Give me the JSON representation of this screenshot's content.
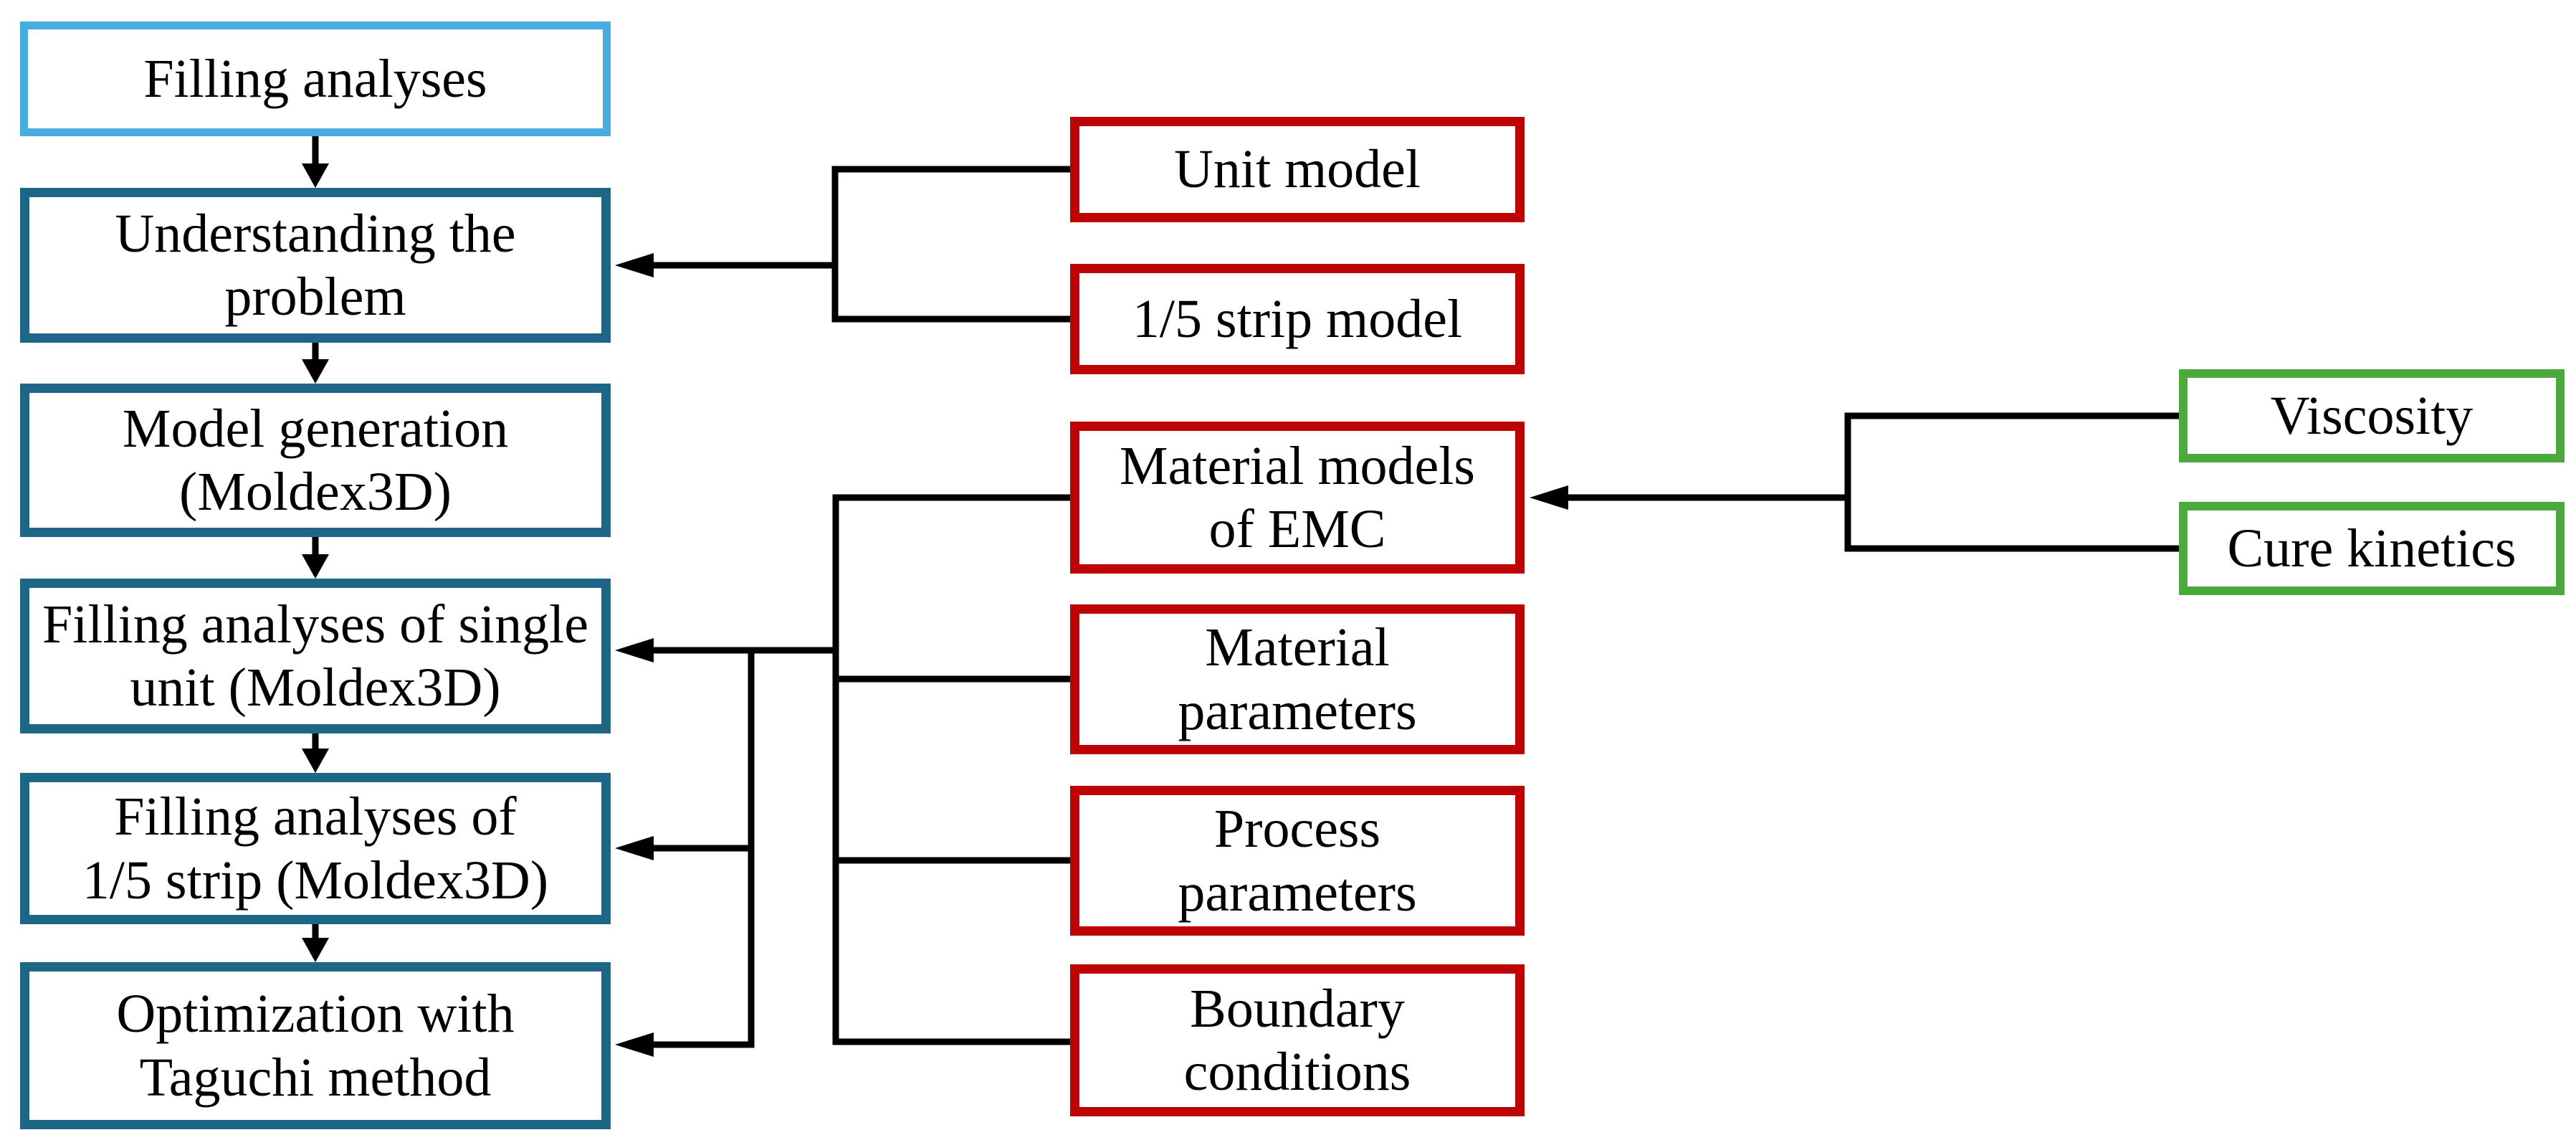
{
  "colors": {
    "background": "#FFFFFF",
    "connector": "#000000",
    "text": "#000000",
    "light_blue": "#47ADDE",
    "teal": "#1E6687",
    "red": "#BE0304",
    "green": "#4CA93C"
  },
  "columns": {
    "left": [
      {
        "id": "filling-analyses",
        "lines": [
          "Filling analyses"
        ]
      },
      {
        "id": "understanding-problem",
        "lines": [
          "Understanding the",
          "problem"
        ]
      },
      {
        "id": "model-generation",
        "lines": [
          "Model generation",
          "(Moldex3D)"
        ]
      },
      {
        "id": "filling-single-unit",
        "lines": [
          "Filling analyses of single",
          "unit (Moldex3D)"
        ]
      },
      {
        "id": "filling-one-fifth-strip",
        "lines": [
          "Filling analyses of",
          "1/5 strip (Moldex3D)"
        ]
      },
      {
        "id": "optimization-taguchi",
        "lines": [
          "Optimization with",
          "Taguchi method"
        ]
      }
    ],
    "middle": [
      {
        "id": "unit-model",
        "lines": [
          "Unit model"
        ]
      },
      {
        "id": "one-fifth-strip-model",
        "lines": [
          "1/5 strip model"
        ]
      },
      {
        "id": "material-models-emc",
        "lines": [
          "Material models",
          "of EMC"
        ]
      },
      {
        "id": "material-parameters",
        "lines": [
          "Material",
          "parameters"
        ]
      },
      {
        "id": "process-parameters",
        "lines": [
          "Process",
          "parameters"
        ]
      },
      {
        "id": "boundary-conditions",
        "lines": [
          "Boundary",
          "conditions"
        ]
      }
    ],
    "right": [
      {
        "id": "viscosity",
        "lines": [
          "Viscosity"
        ]
      },
      {
        "id": "cure-kinetics",
        "lines": [
          "Cure kinetics"
        ]
      }
    ]
  }
}
